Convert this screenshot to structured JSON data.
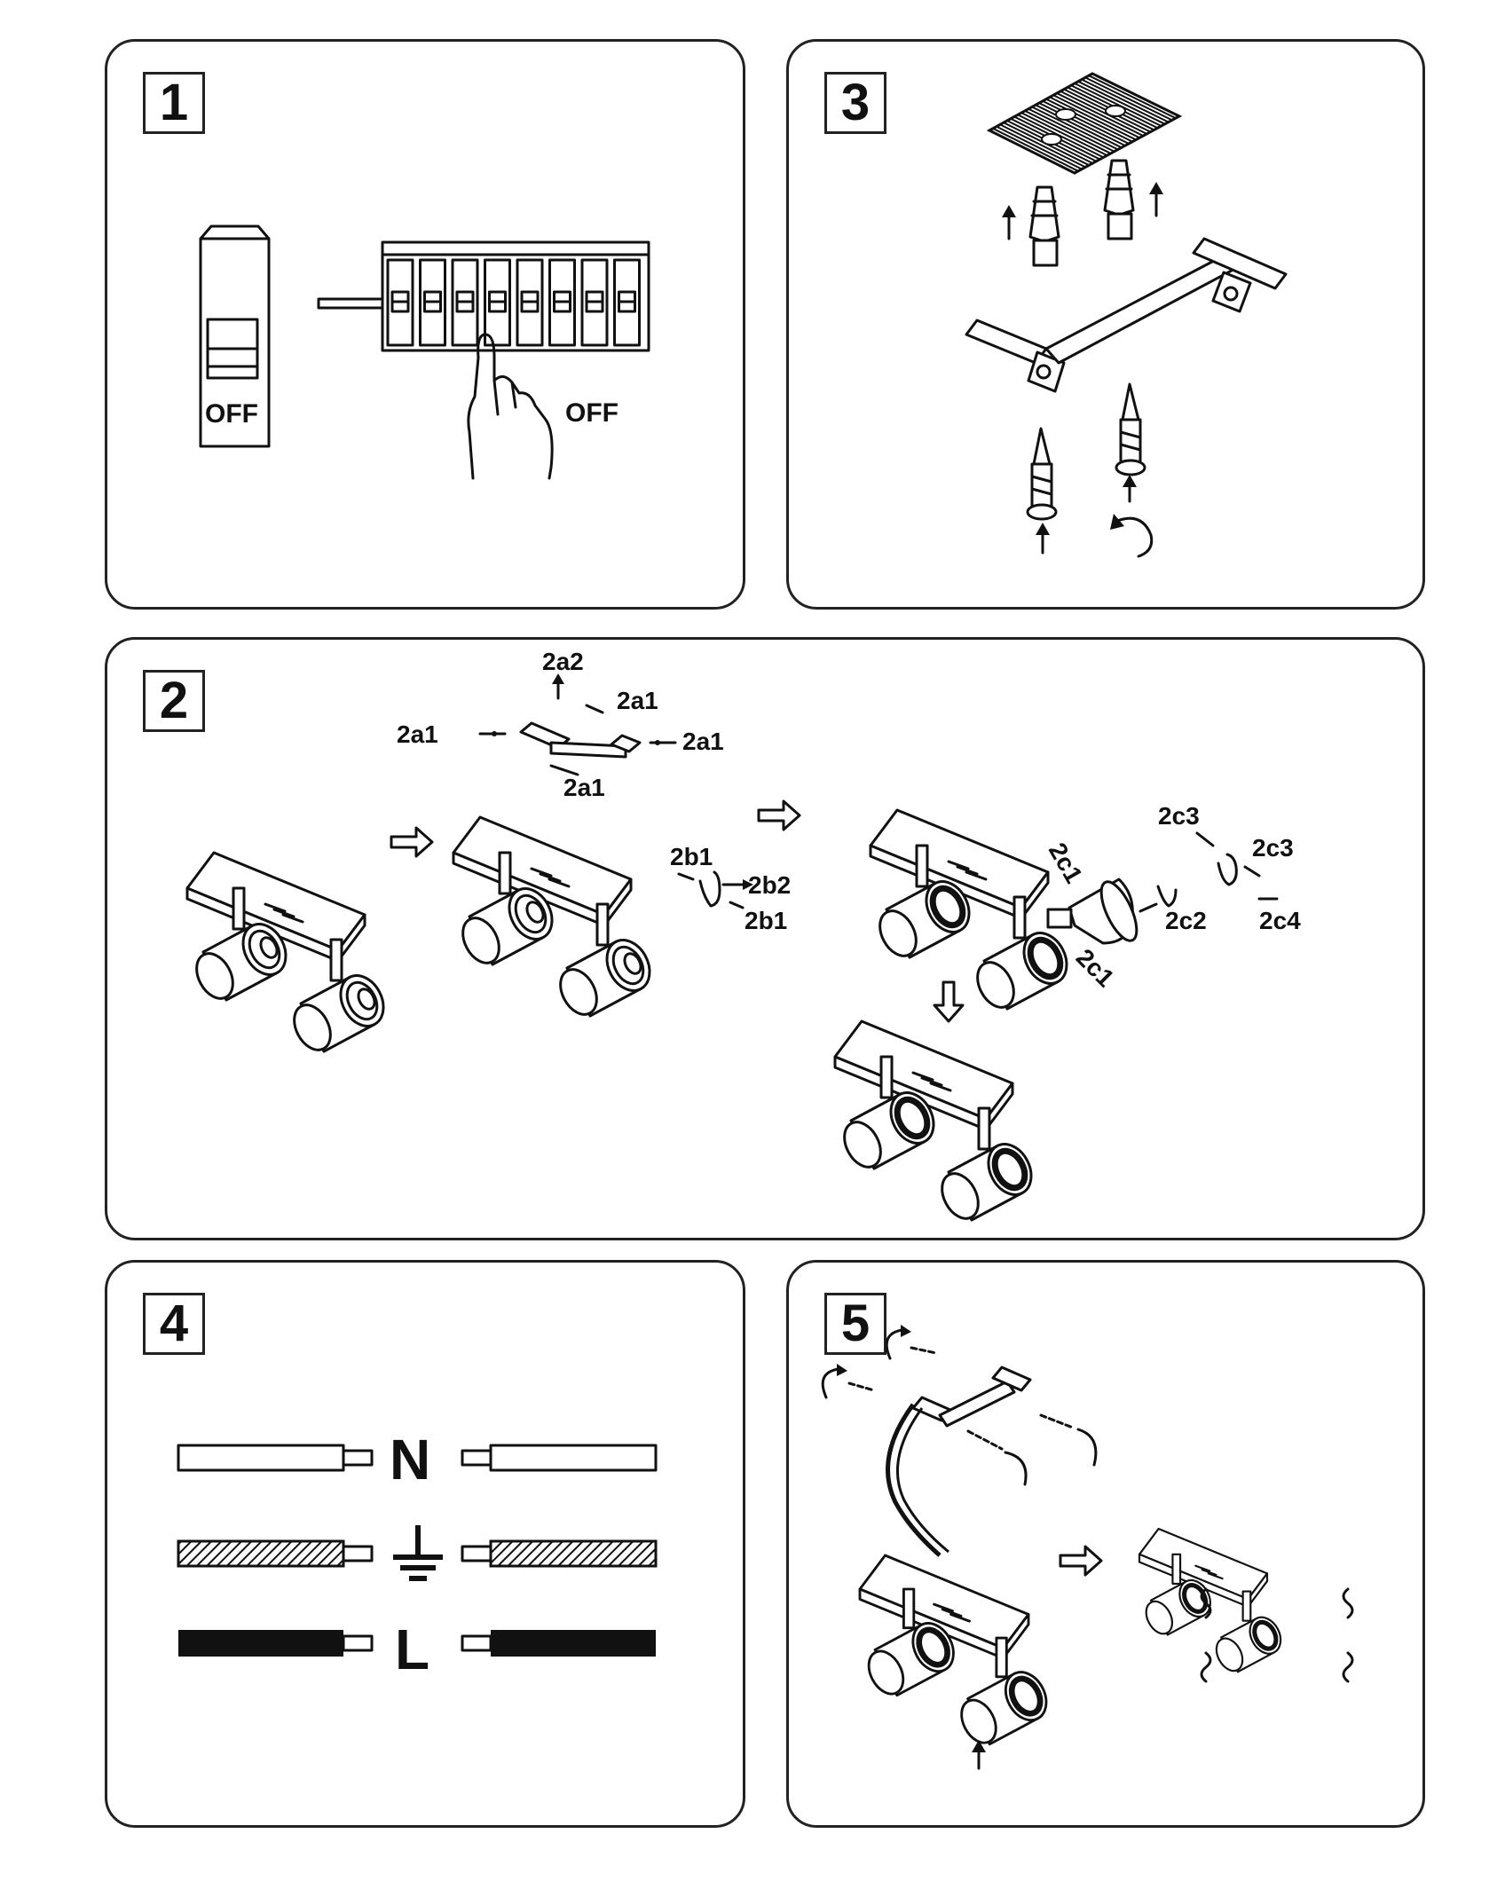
{
  "panels": [
    {
      "id": "p1",
      "number": "1"
    },
    {
      "id": "p3",
      "number": "3"
    },
    {
      "id": "p2",
      "number": "2"
    },
    {
      "id": "p4",
      "number": "4"
    },
    {
      "id": "p5",
      "number": "5"
    }
  ],
  "step1": {
    "breaker_label": "OFF",
    "panel_label": "OFF"
  },
  "step2": {
    "labels": {
      "a2": "2a2",
      "a1": "2a1",
      "b1": "2b1",
      "b2": "2b2",
      "c1": "2c1",
      "c2": "2c2",
      "c3": "2c3",
      "c4": "2c4"
    }
  },
  "step4": {
    "neutral": "N",
    "live": "L"
  },
  "colors": {
    "line": "#111111",
    "background": "#ffffff"
  }
}
